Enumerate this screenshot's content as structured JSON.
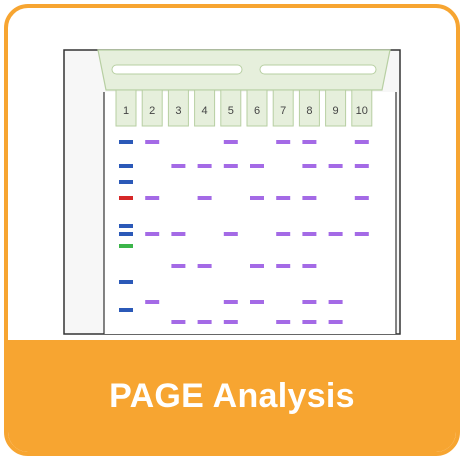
{
  "card": {
    "title": "PAGE Analysis",
    "accent_color": "#f7a531",
    "title_color": "#ffffff"
  },
  "gel": {
    "lane_labels": [
      "1",
      "2",
      "3",
      "4",
      "5",
      "6",
      "7",
      "8",
      "9",
      "10"
    ],
    "comb_color": "#e6efdc",
    "comb_border": "#b7cfa2",
    "frame_color": "#333333",
    "band_colors": {
      "ladder": "#2b59b8",
      "marker_red": "#d62728",
      "marker_green": "#3cb54a",
      "sample": "#a46ae6"
    },
    "ladder_bands": [
      "blue",
      "blue",
      "blue",
      "red",
      "blue",
      "blue",
      "green",
      "blue",
      "blue"
    ],
    "sample_bands_by_lane": {
      "2": [
        1,
        5,
        8,
        11
      ],
      "3": [
        3,
        8,
        10,
        12
      ],
      "4": [
        3,
        5,
        10,
        12
      ],
      "5": [
        1,
        3,
        8,
        11,
        12
      ],
      "6": [
        3,
        5,
        10,
        11
      ],
      "7": [
        1,
        5,
        8,
        10,
        12
      ],
      "8": [
        1,
        3,
        5,
        8,
        10,
        11,
        12
      ],
      "9": [
        3,
        8,
        11,
        12
      ],
      "10": [
        1,
        3,
        5,
        8
      ]
    }
  }
}
